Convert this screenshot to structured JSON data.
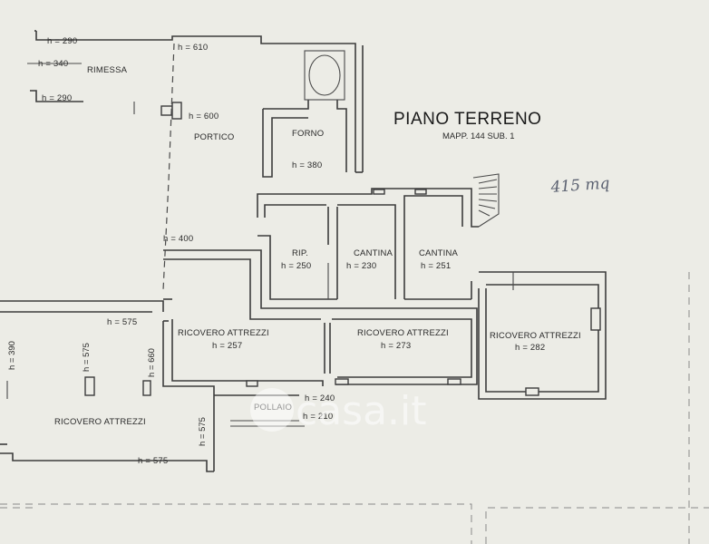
{
  "plan": {
    "title": "PIANO TERRENO",
    "subtitle": "MAPP. 144 SUB. 1",
    "handwritten_note": "415 mq",
    "watermark": "casa.it",
    "rooms": {
      "rimessa": "RIMESSA",
      "portico": "PORTICO",
      "forno": "FORNO",
      "forno_h": "h = 380",
      "rip": "RIP.",
      "rip_h": "h = 250",
      "cantina1": "CANTINA",
      "cantina1_h": "h = 230",
      "cantina2": "CANTINA",
      "cantina2_h": "h = 251",
      "ricovero1": "RICOVERO ATTREZZI",
      "ricovero1_h": "h = 257",
      "ricovero2": "RICOVERO ATTREZZI",
      "ricovero2_h": "h = 273",
      "ricovero3": "RICOVERO ATTREZZI",
      "ricovero3_h": "h = 282",
      "ricovero4": "RICOVERO ATTREZZI",
      "pollaio": "POLLAIO"
    },
    "heights": {
      "h290a": "h = 290",
      "h340": "h = 340",
      "h290b": "h = 290",
      "h610": "h = 610",
      "h600": "h = 600",
      "h400": "h = 400",
      "h575a": "h = 575",
      "h390": "h = 390",
      "h575b": "h = 575",
      "h660": "h = 660",
      "h575c": "h = 575",
      "h575d": "h = 575",
      "h240": "h = 240",
      "h210": "h = 210"
    }
  }
}
